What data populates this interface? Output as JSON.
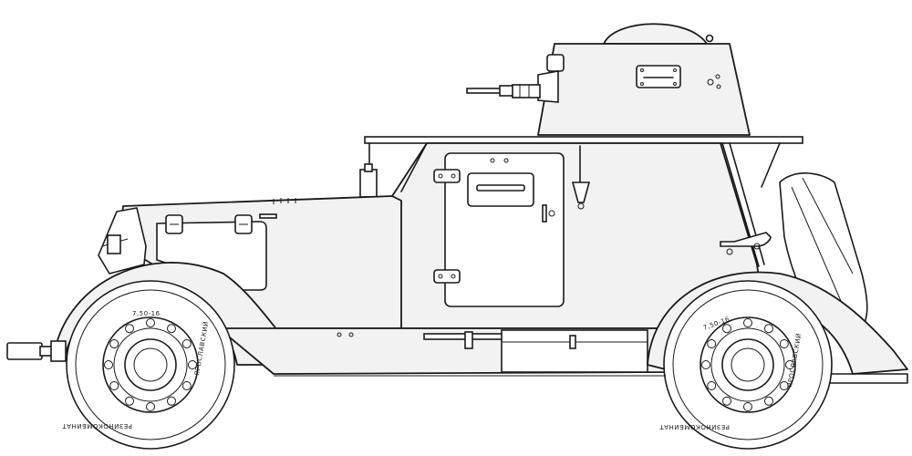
{
  "drawing": {
    "front_wheel": {
      "size_marking": "7,50-16",
      "maker_marking_top": "ЯРОСЛАВСКИЙ",
      "maker_marking_bottom": "РЕЗИНОКОМБИНАТ"
    },
    "rear_wheel": {
      "size_marking": "7,50-16",
      "maker_marking_top": "ЯРОСЛАВСКИЙ",
      "maker_marking_bottom": "РЕЗИНОКОМБИНАТ"
    }
  }
}
